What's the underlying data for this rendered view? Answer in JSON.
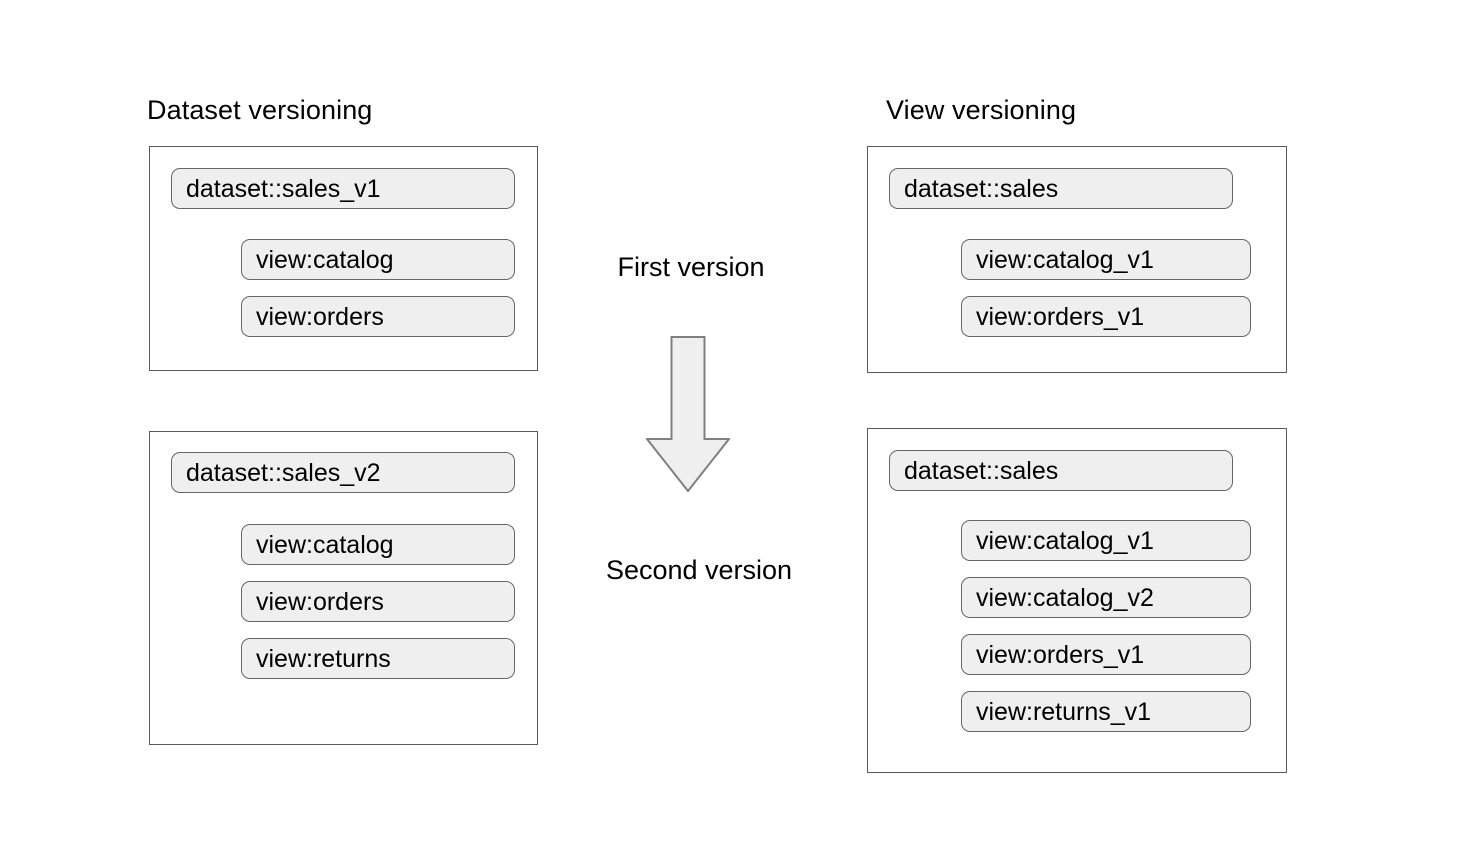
{
  "diagram": {
    "title_left": "Dataset versioning",
    "title_right": "View versioning",
    "stage_first": "First version",
    "stage_second": "Second version",
    "arrow_icon": "down-arrow-icon",
    "colors": {
      "pill_fill": "#efefef",
      "pill_border": "#666666",
      "group_border": "#5a5a5a",
      "arrow_fill": "#efefef",
      "arrow_border": "#808080",
      "background": "#ffffff",
      "text": "#000000"
    }
  },
  "columns": {
    "left": {
      "heading": "Dataset versioning",
      "groups": [
        {
          "stage": "First version",
          "dataset": "dataset::sales_v1",
          "views": [
            "view:catalog",
            "view:orders"
          ]
        },
        {
          "stage": "Second version",
          "dataset": "dataset::sales_v2",
          "views": [
            "view:catalog",
            "view:orders",
            "view:returns"
          ]
        }
      ]
    },
    "right": {
      "heading": "View versioning",
      "groups": [
        {
          "stage": "First version",
          "dataset": "dataset::sales",
          "views": [
            "view:catalog_v1",
            "view:orders_v1"
          ]
        },
        {
          "stage": "Second version",
          "dataset": "dataset::sales",
          "views": [
            "view:catalog_v1",
            "view:catalog_v2",
            "view:orders_v1",
            "view:returns_v1"
          ]
        }
      ]
    }
  }
}
